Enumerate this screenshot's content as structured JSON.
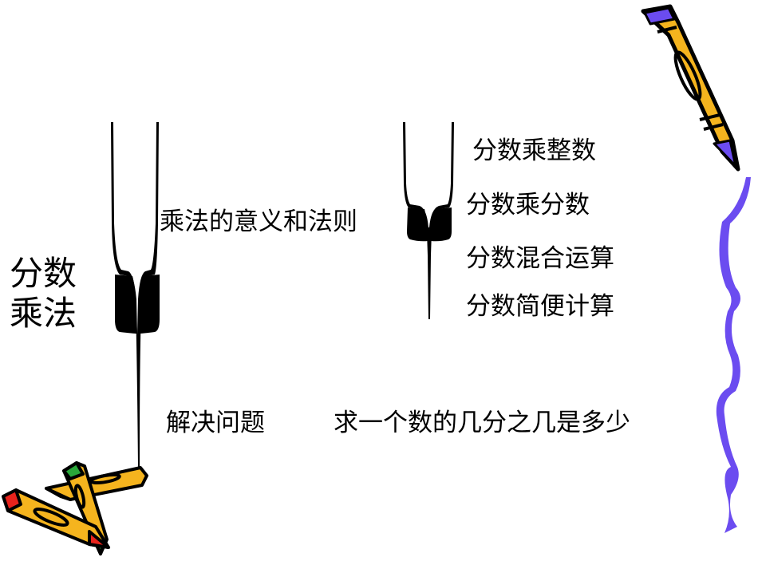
{
  "slide": {
    "root_topic": "分数乘法",
    "branches": [
      {
        "label": "乘法的意义和法则",
        "children": [
          "分数乘整数",
          "分数乘分数",
          "分数混合运算",
          "分数简便计算"
        ]
      },
      {
        "label": "解决问题",
        "detail": "求一个数的几分之几是多少"
      }
    ]
  },
  "decorations": {
    "top_right": "crayon-icon",
    "bottom_left": "crossed-pencils-icon",
    "right_edge": "wavy-line",
    "colors": {
      "crayon_body": "#f5b41e",
      "crayon_tip": "#6b4cf0",
      "wavy_line": "#6b4cf0",
      "pencil_tip_red": "#e8231c",
      "pencil_tip_green": "#2aa83a",
      "ink": "#000000"
    }
  }
}
